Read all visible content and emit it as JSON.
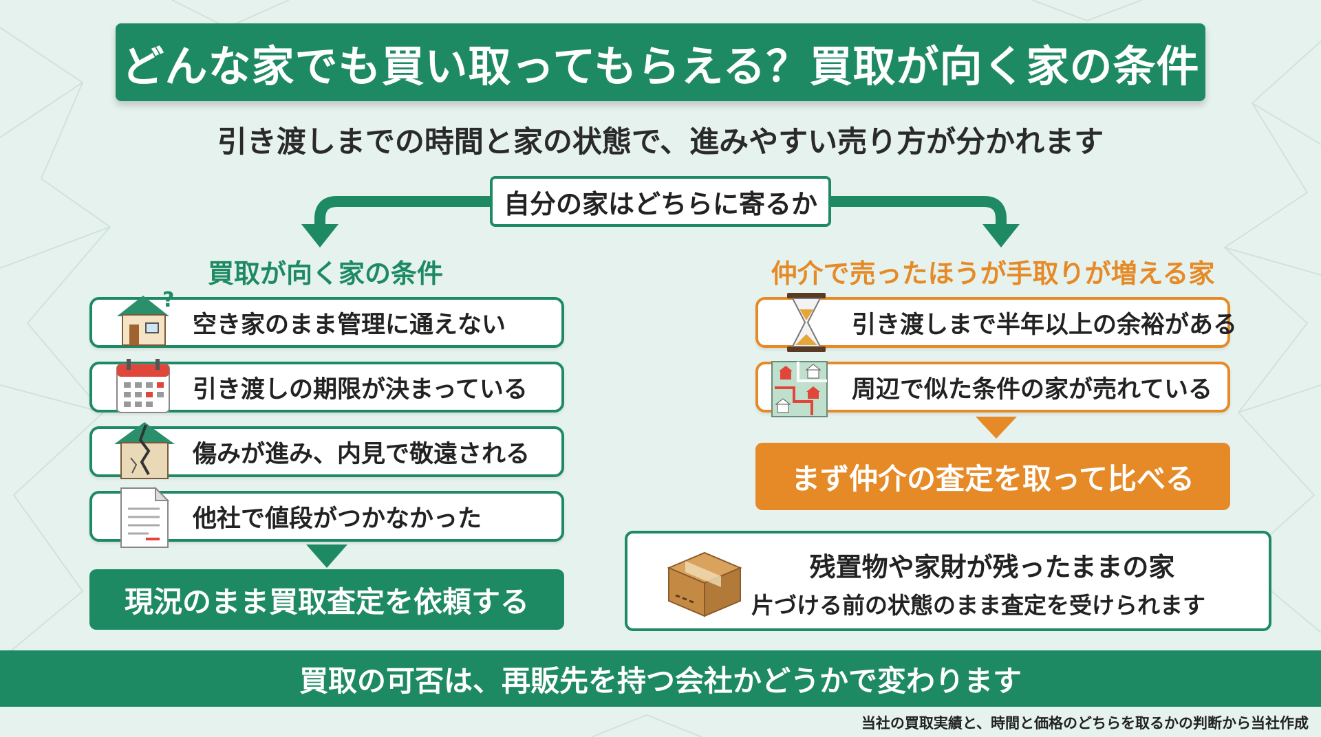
{
  "title": "どんな家でも買い取ってもらえる？買取が向く家の条件",
  "subtitle": "引き渡しまでの時間と家の状態で、進みやすい売り方が分かれます",
  "question": "自分の家はどちらに寄るか",
  "left": {
    "heading": "買取が向く家の条件",
    "items": [
      {
        "label": "空き家のまま管理に通えない",
        "icon": "house-question-icon"
      },
      {
        "label": "引き渡しの期限が決まっている",
        "icon": "calendar-icon"
      },
      {
        "label": "傷みが進み、内見で敬遠される",
        "icon": "damaged-house-icon"
      },
      {
        "label": "他社で値段がつかなかった",
        "icon": "document-icon"
      }
    ],
    "action": "現況のまま買取査定を依頼する"
  },
  "right": {
    "heading": "仲介で売ったほうが手取りが増える家",
    "items": [
      {
        "label": "引き渡しまで半年以上の余裕がある",
        "icon": "hourglass-icon"
      },
      {
        "label": "周辺で似た条件の家が売れている",
        "icon": "map-houses-icon"
      }
    ],
    "action": "まず仲介の査定を取って比べる"
  },
  "leftover": {
    "title": "残置物や家財が残ったままの家",
    "subtitle": "片づける前の状態のまま査定を受けられます",
    "icon": "cardboard-box-icon"
  },
  "bottom_banner": "買取の可否は、再販先を持つ会社かどうかで変わります",
  "source_note": "当社の買取実績と、時間と価格のどちらを取るかの判断から当社作成",
  "colors": {
    "green": "#1e8a63",
    "orange": "#e58a26",
    "background": "#e6f2ee"
  }
}
